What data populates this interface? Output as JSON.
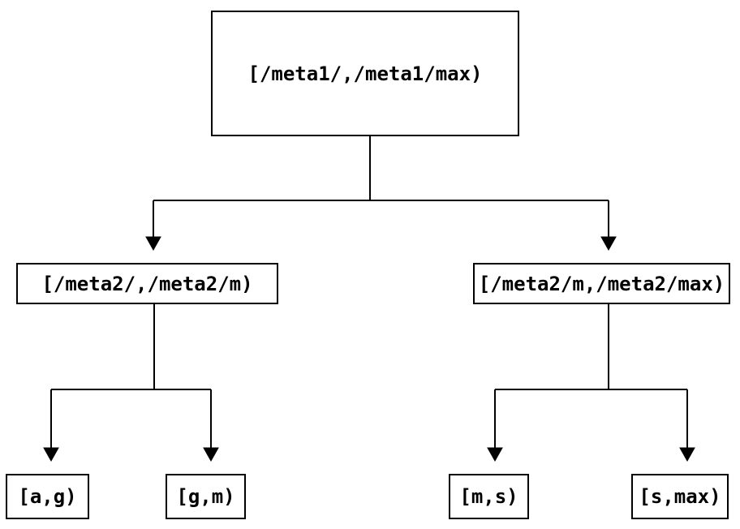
{
  "diagram": {
    "type": "tree",
    "background_color": "#ffffff",
    "line_color": "#000000",
    "text_color": "#000000",
    "nodes": {
      "root": {
        "id": "root",
        "label": "[/meta1/,/meta1/max)"
      },
      "left": {
        "id": "left",
        "label": "[/meta2/,/meta2/m)"
      },
      "right": {
        "id": "right",
        "label": "[/meta2/m,/meta2/max)"
      },
      "leaf_ag": {
        "id": "leaf_ag",
        "label": "[a,g)"
      },
      "leaf_gm": {
        "id": "leaf_gm",
        "label": "[g,m)"
      },
      "leaf_ms": {
        "id": "leaf_ms",
        "label": "[m,s)"
      },
      "leaf_smax": {
        "id": "leaf_smax",
        "label": "[s,max)"
      }
    },
    "edges": [
      {
        "from": "root",
        "to": "left"
      },
      {
        "from": "root",
        "to": "right"
      },
      {
        "from": "left",
        "to": "leaf_ag"
      },
      {
        "from": "left",
        "to": "leaf_gm"
      },
      {
        "from": "right",
        "to": "leaf_ms"
      },
      {
        "from": "right",
        "to": "leaf_smax"
      }
    ]
  }
}
